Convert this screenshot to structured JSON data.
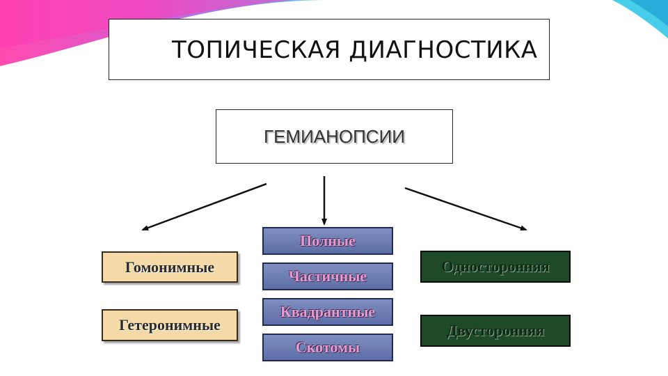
{
  "title": "ТОПИЧЕСКАЯ ДИАГНОСТИКА",
  "subtitle": "ГЕМИАНОПСИИ",
  "left_nodes": [
    "Гомонимные",
    "Гетеронимные"
  ],
  "center_nodes": [
    "Полные",
    "Частичные",
    "Квадрантные",
    "Скотомы"
  ],
  "right_nodes": [
    "Односторонняя",
    "Двусторонняя"
  ],
  "colors": {
    "corner_magenta": "#ff2aa0",
    "corner_cyan": "#33c8e8",
    "tan_fill": "#f5d9a7",
    "blue_fill": "#6e7fb5",
    "blue_text": "#e99bcf",
    "green_fill": "#1f4a2a"
  }
}
